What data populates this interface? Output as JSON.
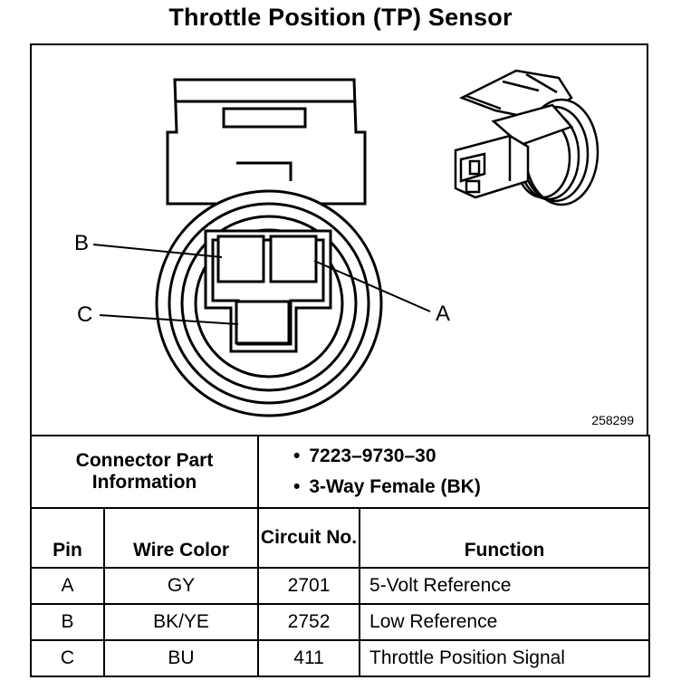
{
  "title": "Throttle Position (TP) Sensor",
  "figure": {
    "number": "258299",
    "pin_labels": [
      "A",
      "B",
      "C"
    ]
  },
  "connector": {
    "header": "Connector Part Information",
    "bullets": [
      "7223–9730–30",
      "3-Way Female (BK)"
    ]
  },
  "table": {
    "headers": {
      "pin": "Pin",
      "wire_color": "Wire Color",
      "circuit": "Circuit No.",
      "function": "Function"
    },
    "rows": [
      {
        "pin": "A",
        "wire_color": "GY",
        "circuit": "2701",
        "function": "5-Volt Reference"
      },
      {
        "pin": "B",
        "wire_color": "BK/YE",
        "circuit": "2752",
        "function": "Low Reference"
      },
      {
        "pin": "C",
        "wire_color": "BU",
        "circuit": "411",
        "function": "Throttle Position Signal"
      }
    ]
  }
}
